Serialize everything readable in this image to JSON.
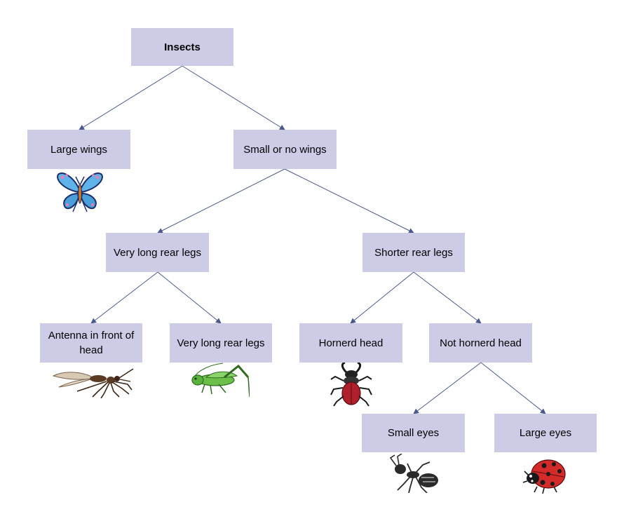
{
  "nodes": {
    "insects": "Insects",
    "large_wings": "Large wings",
    "small_no_wings": "Small or no wings",
    "very_long_rear_legs": "Very long rear legs",
    "shorter_rear_legs": "Shorter rear legs",
    "antenna_front_head": "Antenna in front of head",
    "very_long_rear_legs_2": "Very long rear legs",
    "hornerd_head": "Hornerd head",
    "not_hornerd_head": "Not hornerd head",
    "small_eyes": "Small eyes",
    "large_eyes": "Large eyes"
  },
  "illustrations": [
    "butterfly",
    "mosquito",
    "grasshopper",
    "stag-beetle",
    "ant",
    "ladybug"
  ],
  "colors": {
    "box": "#cccce6",
    "edge": "#4a5a8c"
  }
}
